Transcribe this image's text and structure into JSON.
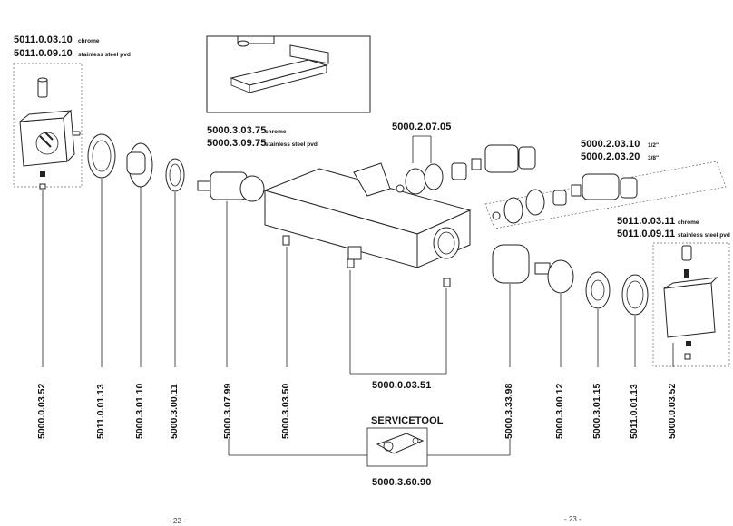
{
  "top_left_labels": {
    "code_chrome": "5011.0.03.10",
    "note_chrome": "chrome",
    "code_steel": "5011.0.09.10",
    "note_steel": "stainless steel pvd"
  },
  "inset_labels": {
    "code_chrome": "5000.3.03.75",
    "note_chrome": "chrome",
    "code_steel": "5000.3.09.75",
    "note_steel": "stainless steel pvd"
  },
  "center_top_label": "5000.2.07.05",
  "right_top_labels": {
    "code_a": "5000.2.03.10",
    "size_a": "1/2\"",
    "code_b": "5000.2.03.20",
    "size_b": "3/8\""
  },
  "right_mid_labels": {
    "code_chrome": "5011.0.03.11",
    "note_chrome": "chrome",
    "code_steel": "5011.0.09.11",
    "note_steel": "stainless steel pvd"
  },
  "vertical_codes": [
    "5000.0.03.52",
    "5011.0.01.13",
    "5000.3.01.10",
    "5000.3.00.11",
    "5000.3.07.99",
    "5000.3.03.50",
    "5000.3.33.98",
    "5000.3.00.12",
    "5000.3.01.15",
    "5011.0.01.13",
    "5000.0.03.52"
  ],
  "body_label": "5000.0.03.51",
  "servicetool": {
    "title": "SERVICETOOL",
    "code": "5000.3.60.90"
  },
  "page_numbers": {
    "left": "- 22 -",
    "right": "- 23 -"
  }
}
